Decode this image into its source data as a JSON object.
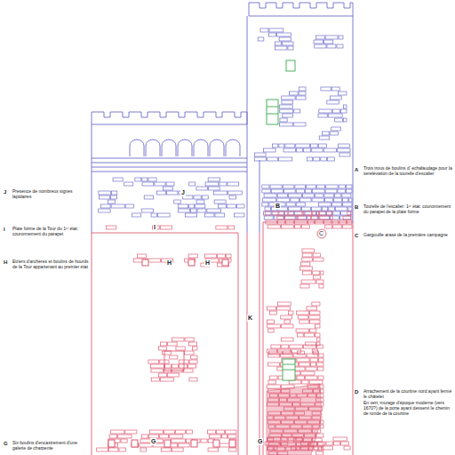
{
  "diagram": {
    "labels": [
      "A",
      "Trois trous de boulins d' échafaudage pour la serélévation de la tourelle d'escalier",
      "J",
      "Presence de nombreux signes lapidaires",
      "J",
      "B",
      "B",
      "Tourelle de l'escalier: 1ᵉʳ état: couronnement du parapet de la plate forme",
      "I",
      "Plate forme de la Tour du 1ᵉʳ état: couronnement du parapet",
      "I",
      "C",
      "C",
      "Gargouille arasé de la première campagne",
      "H",
      "Etriers d'archères et boulins de hourds de la Tour appartenant au premier état",
      "H",
      "H",
      "K",
      "D",
      "Arrachement de la courtine nord ayant fermé le châtelet",
      "En vert, murage d'époque moderne (vers 1670?) de la porte ayant desservi le chemin de ronde de la courtine",
      "G",
      "Six boulins d'encastrement d'une galerie de charpente",
      "G",
      "G"
    ]
  }
}
